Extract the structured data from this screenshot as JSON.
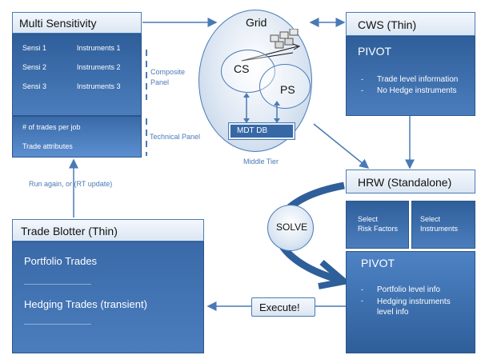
{
  "multi_sensitivity": {
    "title": "Multi Sensitivity",
    "rows": [
      {
        "sensi": "Sensi 1",
        "instruments": "Instruments 1"
      },
      {
        "sensi": "Sensi 2",
        "instruments": "Instruments 2"
      },
      {
        "sensi": "Sensi 3",
        "instruments": "Instruments 3"
      }
    ],
    "technical": [
      "# of trades per job",
      "Trade attributes"
    ],
    "composite_note": "Composite\nPanel",
    "technical_note": "Technical Panel"
  },
  "grid": {
    "title": "Grid",
    "cs": "CS",
    "ps": "PS",
    "db": "MDT DB",
    "tier": "Middle Tier"
  },
  "cws": {
    "title": "CWS (Thin)",
    "pivot": "PIVOT",
    "items": [
      "Trade level information",
      "No Hedge instruments"
    ]
  },
  "hrw": {
    "title": "HRW (Standalone)",
    "select_risk": "Select\nRisk Factors",
    "select_instr": "Select\nInstruments",
    "pivot": "PIVOT",
    "items": [
      "Portfolio level info",
      "Hedging instruments\nlevel info"
    ]
  },
  "trade_blotter": {
    "title": "Trade Blotter (Thin)",
    "portfolio": "Portfolio Trades",
    "hedging": "Hedging Trades (transient)",
    "separator": "------------------------------------------"
  },
  "solve": "SOLVE",
  "execute": "Execute!",
  "run_again": "Run again, or (RT update)",
  "bullet": "-"
}
